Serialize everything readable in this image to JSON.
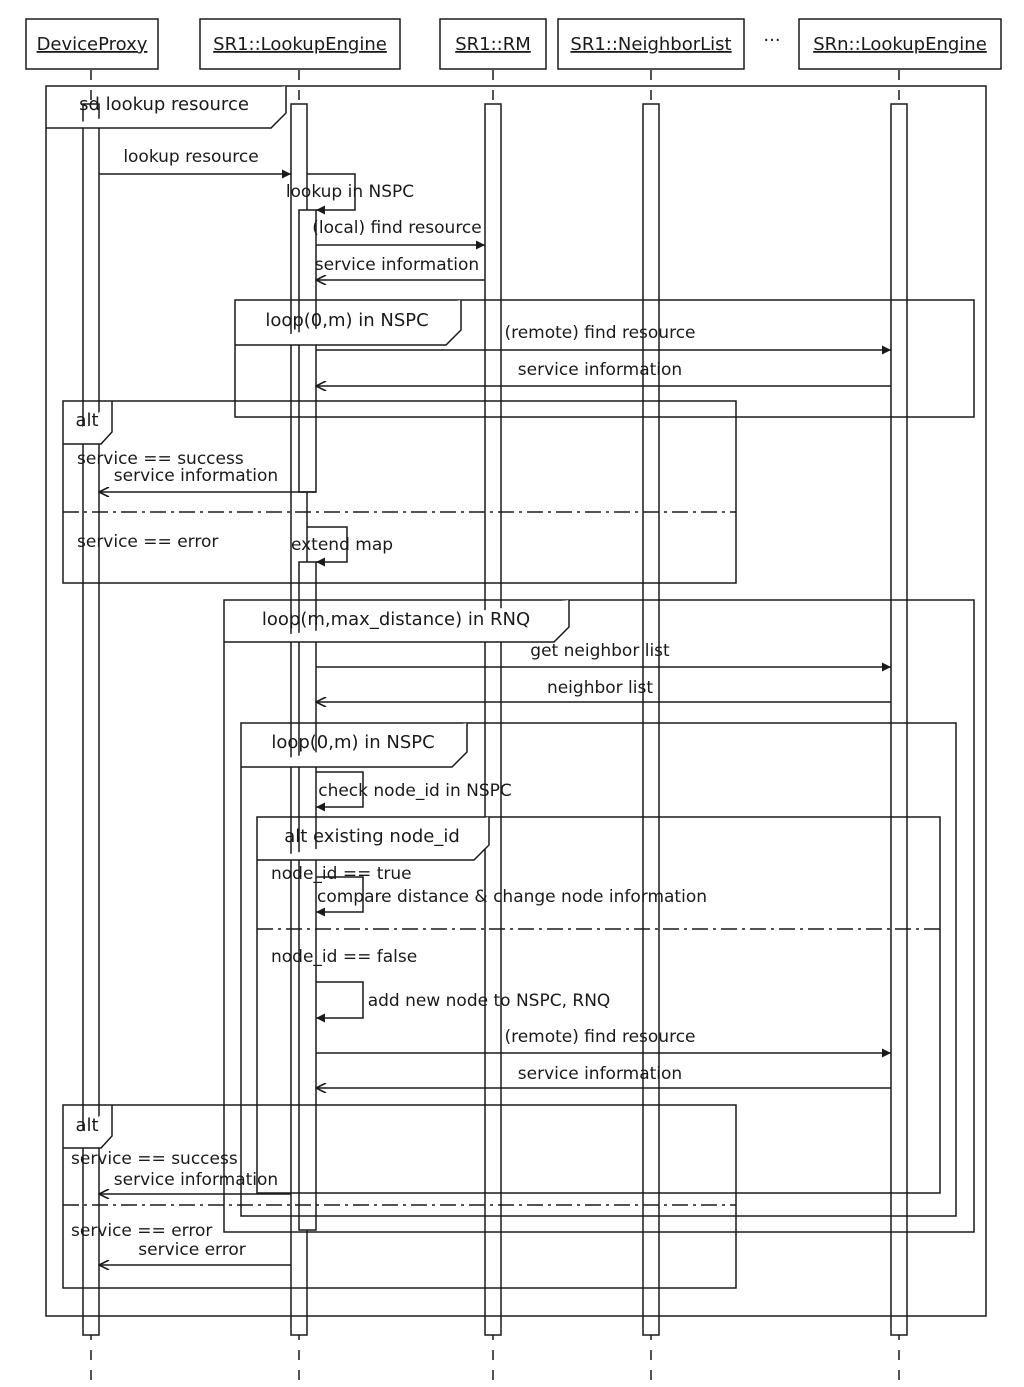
{
  "lifelines": [
    {
      "id": "dp",
      "name": "DeviceProxy"
    },
    {
      "id": "le",
      "name": "SR1::LookupEngine"
    },
    {
      "id": "rm",
      "name": "SR1::RM"
    },
    {
      "id": "nl",
      "name": "SR1::NeighborList"
    },
    {
      "id": "srn",
      "name": "SRn::LookupEngine"
    }
  ],
  "ellipsis": "...",
  "frames": [
    {
      "id": "sd",
      "label": "sd lookup resource"
    },
    {
      "id": "loop1",
      "label": "loop(0,m) in NSPC"
    },
    {
      "id": "alt1",
      "label": "alt"
    },
    {
      "id": "loop2",
      "label": "loop(m,max_distance) in RNQ"
    },
    {
      "id": "loop3",
      "label": "loop(0,m) in NSPC"
    },
    {
      "id": "alt2",
      "label": "alt existing node_id"
    },
    {
      "id": "alt3",
      "label": "alt"
    }
  ],
  "guards": [
    "service == success",
    "service == error",
    "node_id == true",
    "node_id == false",
    "service == success",
    "service == error"
  ],
  "messages": [
    {
      "from": "dp",
      "to": "le",
      "label": "lookup resource",
      "kind": "sync"
    },
    {
      "from": "le",
      "to": "le",
      "label": "lookup in NSPC",
      "kind": "self"
    },
    {
      "from": "le",
      "to": "rm",
      "label": "(local) find resource",
      "kind": "sync"
    },
    {
      "from": "rm",
      "to": "le",
      "label": "service information",
      "kind": "reply"
    },
    {
      "from": "le",
      "to": "srn",
      "label": "(remote) find resource",
      "kind": "sync"
    },
    {
      "from": "srn",
      "to": "le",
      "label": "service information",
      "kind": "reply"
    },
    {
      "from": "le",
      "to": "dp",
      "label": "service information",
      "kind": "reply"
    },
    {
      "from": "le",
      "to": "le",
      "label": "extend map",
      "kind": "self"
    },
    {
      "from": "le",
      "to": "srn",
      "label": "get neighbor list",
      "kind": "sync"
    },
    {
      "from": "srn",
      "to": "le",
      "label": "neighbor list",
      "kind": "reply"
    },
    {
      "from": "le",
      "to": "le",
      "label": "check node_id in NSPC",
      "kind": "self"
    },
    {
      "from": "le",
      "to": "le",
      "label": "compare distance & change node information",
      "kind": "self"
    },
    {
      "from": "le",
      "to": "le",
      "label": "add new node to NSPC, RNQ",
      "kind": "self"
    },
    {
      "from": "le",
      "to": "srn",
      "label": "(remote) find resource",
      "kind": "sync"
    },
    {
      "from": "srn",
      "to": "le",
      "label": "service information",
      "kind": "reply"
    },
    {
      "from": "le",
      "to": "dp",
      "label": "service information",
      "kind": "reply"
    },
    {
      "from": "le",
      "to": "dp",
      "label": "service error",
      "kind": "reply"
    }
  ]
}
